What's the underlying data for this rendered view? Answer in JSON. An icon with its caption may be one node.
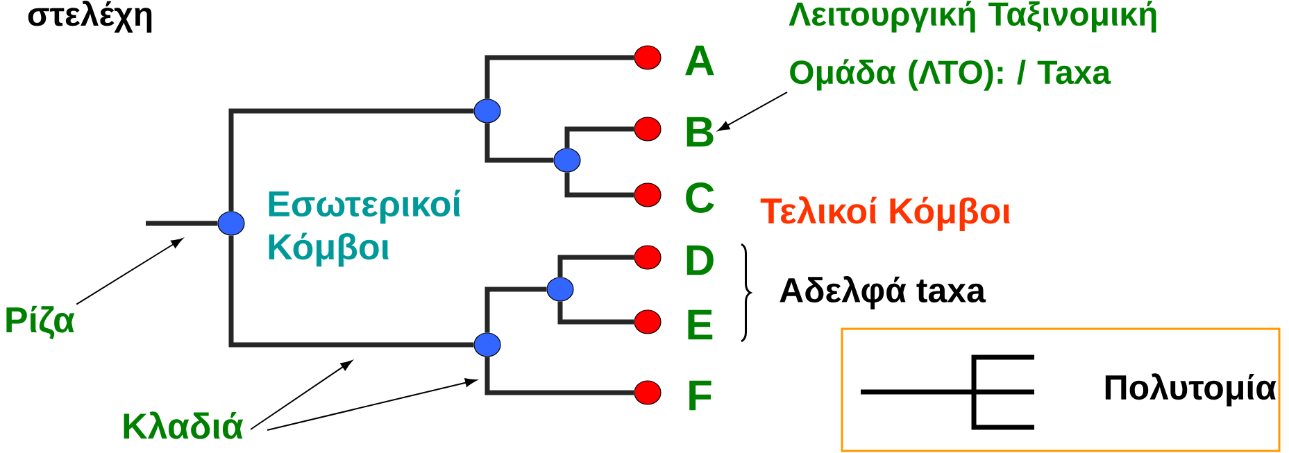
{
  "diagram": {
    "nodes": [
      {
        "text": [],
        "shape": "circle"
      },
      {
        "text": [],
        "shape": "circle"
      },
      {
        "text": [],
        "shape": "circle",
        "beside": [
          "A"
        ]
      },
      {
        "text": [],
        "shape": "circle"
      },
      {
        "text": [],
        "shape": "circle",
        "beside": [
          "B"
        ]
      },
      {
        "text": [],
        "shape": "circle",
        "beside": [
          "C"
        ]
      },
      {
        "text": [],
        "shape": "circle"
      },
      {
        "text": [],
        "shape": "circle"
      },
      {
        "text": [],
        "shape": "circle",
        "beside": [
          "D"
        ]
      },
      {
        "text": [],
        "shape": "circle",
        "beside": [
          "E"
        ]
      },
      {
        "text": [],
        "shape": "circle",
        "beside": [
          "F"
        ]
      },
      {
        "text": [
          "Λειτουργική Ταξινομική Ομάδα (ΛΤΟ): / Taxa"
        ]
      },
      {
        "text": [
          "Ρίζα"
        ]
      },
      {
        "text": [
          "Κλαδιά"
        ]
      },
      {
        "text": [
          "Πολυτομία"
        ]
      }
    ],
    "edges": [
      {
        "from": null,
        "to": 0,
        "arrow": "none"
      },
      {
        "from": 0,
        "to": 1,
        "arrow": "none"
      },
      {
        "from": 1,
        "to": 2,
        "arrow": "none"
      },
      {
        "from": 1,
        "to": 3,
        "arrow": "none"
      },
      {
        "from": 3,
        "to": 4,
        "arrow": "none"
      },
      {
        "from": 3,
        "to": 5,
        "arrow": "none"
      },
      {
        "from": 0,
        "to": 6,
        "arrow": "none"
      },
      {
        "from": 6,
        "to": 7,
        "arrow": "none"
      },
      {
        "from": 7,
        "to": 8,
        "arrow": "none"
      },
      {
        "from": 7,
        "to": 9,
        "arrow": "none"
      },
      {
        "from": 6,
        "to": 10,
        "arrow": "none"
      },
      {
        "from": 11,
        "to": 4,
        "arrow": "to"
      },
      {
        "from": 12,
        "to": null,
        "arrow": "to"
      },
      {
        "from": 13,
        "to": null,
        "arrow": "to"
      },
      {
        "from": 13,
        "to": null,
        "arrow": "to"
      }
    ],
    "labels": [
      "στελέχη",
      "Εσωτερικοί Κόμβοι",
      "Τελικοί Κόμβοι",
      "Αδελφά taxa"
    ]
  }
}
